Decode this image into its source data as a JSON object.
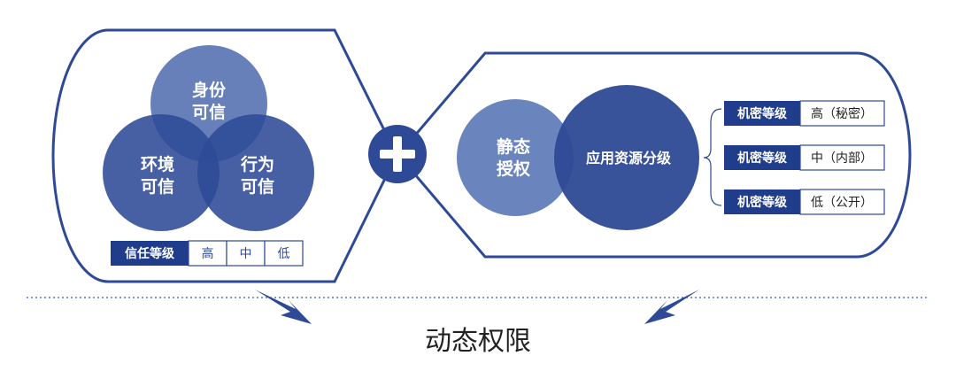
{
  "colors": {
    "primary": "#2e4a96",
    "dark": "#1f3d8a",
    "mid": "#3a5aa3",
    "light": "#5a75b3",
    "lighter": "#6a84bd",
    "white": "#ffffff",
    "title": "#222222"
  },
  "left": {
    "circles": {
      "identity": [
        "身份",
        "可信"
      ],
      "environment": [
        "环境",
        "可信"
      ],
      "behavior": [
        "行为",
        "可信"
      ]
    },
    "trust_table": {
      "header": "信任等级",
      "levels": [
        "高",
        "中",
        "低"
      ]
    }
  },
  "plus_icon": "plus-icon",
  "right": {
    "circles": {
      "static_auth": [
        "静态",
        "授权"
      ],
      "resource_grading": "应用资源分级"
    },
    "classification": [
      {
        "label": "机密等级",
        "value": "高（秘密）"
      },
      {
        "label": "机密等级",
        "value": "中（内部）"
      },
      {
        "label": "机密等级",
        "value": "低（公开）"
      }
    ]
  },
  "title": "动态权限"
}
